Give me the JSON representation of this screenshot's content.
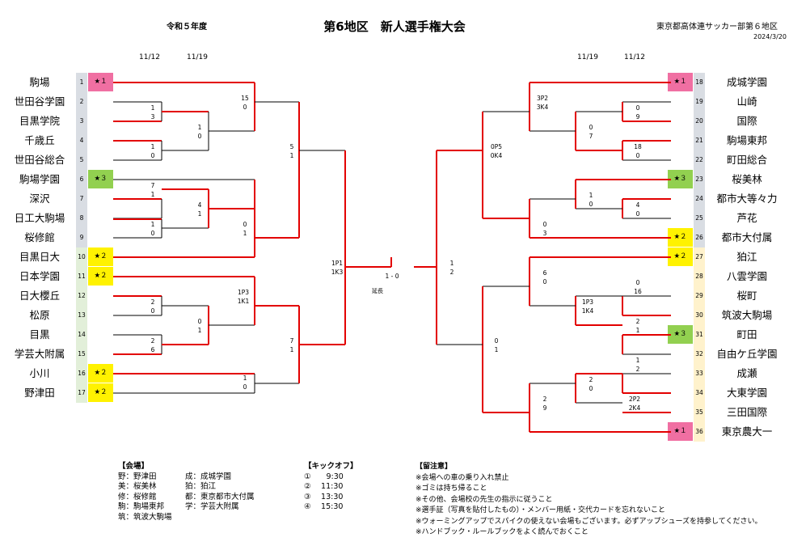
{
  "header": {
    "era": "令和５年度",
    "title": "第6地区　新人選手権大会",
    "org": "東京都高体連サッカー部第６地区",
    "date": "2024/3/20"
  },
  "round_dates": {
    "left_r1": "11/12",
    "left_r2": "11/19",
    "right_r2": "11/19",
    "right_r1": "11/12"
  },
  "left_teams": [
    {
      "num": "1",
      "name": "駒場",
      "seed": "★１",
      "seed_color": "#f06fa2"
    },
    {
      "num": "2",
      "name": "世田谷学園",
      "seed": "",
      "seed_color": ""
    },
    {
      "num": "3",
      "name": "目黒学院",
      "seed": "",
      "seed_color": ""
    },
    {
      "num": "4",
      "name": "千歳丘",
      "seed": "",
      "seed_color": ""
    },
    {
      "num": "5",
      "name": "世田谷総合",
      "seed": "",
      "seed_color": ""
    },
    {
      "num": "6",
      "name": "駒場学園",
      "seed": "★３",
      "seed_color": "#92d050"
    },
    {
      "num": "7",
      "name": "深沢",
      "seed": "",
      "seed_color": ""
    },
    {
      "num": "8",
      "name": "日工大駒場",
      "seed": "",
      "seed_color": ""
    },
    {
      "num": "9",
      "name": "桜修館",
      "seed": "",
      "seed_color": ""
    },
    {
      "num": "10",
      "name": "目黒日大",
      "seed": "★２",
      "seed_color": "#fff200"
    },
    {
      "num": "11",
      "name": "日本学園",
      "seed": "★２",
      "seed_color": "#fff200"
    },
    {
      "num": "12",
      "name": "日大櫻丘",
      "seed": "",
      "seed_color": ""
    },
    {
      "num": "13",
      "name": "松原",
      "seed": "",
      "seed_color": ""
    },
    {
      "num": "14",
      "name": "目黒",
      "seed": "",
      "seed_color": ""
    },
    {
      "num": "15",
      "name": "学芸大附属",
      "seed": "",
      "seed_color": ""
    },
    {
      "num": "16",
      "name": "小川",
      "seed": "★２",
      "seed_color": "#fff200"
    },
    {
      "num": "17",
      "name": "野津田",
      "seed": "★２",
      "seed_color": "#fff200"
    }
  ],
  "right_teams": [
    {
      "num": "18",
      "name": "成城学園",
      "seed": "★１",
      "seed_color": "#f06fa2"
    },
    {
      "num": "19",
      "name": "山崎",
      "seed": "",
      "seed_color": ""
    },
    {
      "num": "20",
      "name": "国際",
      "seed": "",
      "seed_color": ""
    },
    {
      "num": "21",
      "name": "駒場東邦",
      "seed": "",
      "seed_color": ""
    },
    {
      "num": "22",
      "name": "町田総合",
      "seed": "",
      "seed_color": ""
    },
    {
      "num": "23",
      "name": "桜美林",
      "seed": "★３",
      "seed_color": "#92d050"
    },
    {
      "num": "24",
      "name": "都市大等々力",
      "seed": "",
      "seed_color": ""
    },
    {
      "num": "25",
      "name": "芦花",
      "seed": "",
      "seed_color": ""
    },
    {
      "num": "26",
      "name": "都市大付属",
      "seed": "★２",
      "seed_color": "#fff200"
    },
    {
      "num": "27",
      "name": "狛江",
      "seed": "★２",
      "seed_color": "#fff200"
    },
    {
      "num": "28",
      "name": "八雲学園",
      "seed": "",
      "seed_color": ""
    },
    {
      "num": "29",
      "name": "桜町",
      "seed": "",
      "seed_color": ""
    },
    {
      "num": "30",
      "name": "筑波大駒場",
      "seed": "",
      "seed_color": ""
    },
    {
      "num": "31",
      "name": "町田",
      "seed": "★３",
      "seed_color": "#92d050"
    },
    {
      "num": "32",
      "name": "自由ケ丘学園",
      "seed": "",
      "seed_color": ""
    },
    {
      "num": "33",
      "name": "成瀬",
      "seed": "",
      "seed_color": ""
    },
    {
      "num": "34",
      "name": "大東学園",
      "seed": "",
      "seed_color": ""
    },
    {
      "num": "35",
      "name": "三田国際",
      "seed": "",
      "seed_color": ""
    },
    {
      "num": "36",
      "name": "東京農大一",
      "seed": "★１",
      "seed_color": "#f06fa2"
    }
  ],
  "scores": {
    "l_2_3": [
      "1",
      "3"
    ],
    "l_4_5": [
      "1",
      "0"
    ],
    "l_23_45": [
      "1",
      "0"
    ],
    "l_1_q": [
      "15",
      "0"
    ],
    "l_7_8": [
      "7",
      "1"
    ],
    "l_8_9": [
      "1",
      "0"
    ],
    "l_78_89": [
      "4",
      "1"
    ],
    "l_6_q": [
      "0",
      "1"
    ],
    "l_top": [
      "5",
      "1"
    ],
    "l_12_13": [
      "2",
      "0"
    ],
    "l_14_15": [
      "2",
      "6"
    ],
    "l_1213_1415": [
      "0",
      "1"
    ],
    "l_11_q": [
      "1P3",
      "1K1"
    ],
    "l_16_17": [
      "1",
      "0"
    ],
    "l_bot": [
      "7",
      "1"
    ],
    "l_semi": [
      "1P1",
      "1K3"
    ],
    "final": "1 - 0",
    "final_note": "延長",
    "r_semi": [
      "1",
      "2"
    ],
    "r_top": [
      "0P5",
      "0K4"
    ],
    "r_18_q": [
      "3P2",
      "3K4"
    ],
    "r_19_20": [
      "0",
      "9"
    ],
    "r_21_22": [
      "18",
      "0"
    ],
    "r_1920_2122": [
      "0",
      "7"
    ],
    "r_24_q": [
      "1",
      "0"
    ],
    "r_24_25": [
      "4",
      "0"
    ],
    "r_26_q": [
      "0",
      "3"
    ],
    "r_bot": [
      "0",
      "1"
    ],
    "r_27_q": [
      "6",
      "0"
    ],
    "r_28_29": [
      "0",
      "16"
    ],
    "r_2829_3031": [
      "1P3",
      "1K4"
    ],
    "r_30_31": [
      "2",
      "1"
    ],
    "r_32_33": [
      "1",
      "2"
    ],
    "r_3233_3435": [
      "2",
      "0"
    ],
    "r_34_35": [
      "2P2",
      "2K4"
    ],
    "r_36_q": [
      "2",
      "9"
    ]
  },
  "legend": {
    "venue_title": "【会場】",
    "venues_col1": [
      "野：野津田",
      "美：桜美林",
      "修：桜修館",
      "駒：駒場東邦",
      "筑：筑波大駒場"
    ],
    "venues_col2": [
      "成：成城学園",
      "狛：狛江",
      "都：東京都市大付属",
      "学：学芸大附属"
    ],
    "kickoff_title": "【キックオフ】",
    "kickoff": [
      "①　　9:30",
      "②　 11:30",
      "③　 13:30",
      "④　 15:30"
    ],
    "notes_title": "【留注意】",
    "notes": [
      "※会場への車の乗り入れ禁止",
      "※ゴミは持ち帰ること",
      "※その他、会場校の先生の指示に従うこと",
      "※選手証（写真を貼付したもの）・メンバー用紙・交代カードを忘れないこと",
      "※ウォーミングアップでスパイクの使えない会場もございます。必ずアップシューズを持参してください。",
      "※ハンドブック・ルールブックをよく読んでおくこと"
    ]
  },
  "colors": {
    "win_line": "#e30000",
    "lose_line": "#000000",
    "num_bg_top": "#d9dde3",
    "num_bg_bottom": "#e2efd9",
    "num_bg_right": "#fff2cc"
  }
}
